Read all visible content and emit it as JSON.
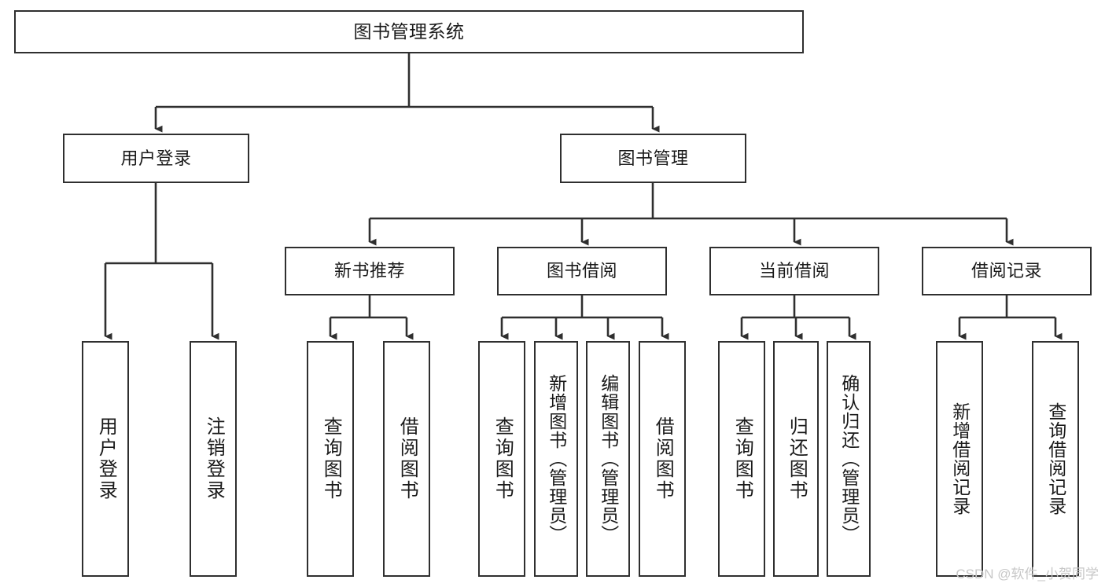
{
  "diagram": {
    "type": "tree",
    "title": "图书管理系统",
    "watermark": "CSDN @软件_小贺同学",
    "colors": {
      "box_border": "#2f2f2f",
      "box_fill": "#ffffff",
      "line": "#2f2f2f",
      "text": "#1a1a1a",
      "watermark": "#c7c7c7"
    },
    "nodes": {
      "root": {
        "label": "图书管理系统"
      },
      "level2": [
        {
          "label": "用户登录"
        },
        {
          "label": "图书管理"
        }
      ],
      "level3": [
        {
          "label": "新书推荐"
        },
        {
          "label": "图书借阅"
        },
        {
          "label": "当前借阅"
        },
        {
          "label": "借阅记录"
        }
      ],
      "leaves": {
        "user_login": [
          {
            "label": "用户登录"
          },
          {
            "label": "注销登录"
          }
        ],
        "new_book_recommend": [
          {
            "label": "查询图书"
          },
          {
            "label": "借阅图书"
          }
        ],
        "book_borrow": [
          {
            "label": "查询图书"
          },
          {
            "label": "新增图书（管理员）"
          },
          {
            "label": "编辑图书（管理员）"
          },
          {
            "label": "借阅图书"
          }
        ],
        "current_borrow": [
          {
            "label": "查询图书"
          },
          {
            "label": "归还图书"
          },
          {
            "label": "确认归还（管理员）"
          }
        ],
        "borrow_record": [
          {
            "label": "新增借阅记录"
          },
          {
            "label": "查询借阅记录"
          }
        ]
      }
    }
  }
}
